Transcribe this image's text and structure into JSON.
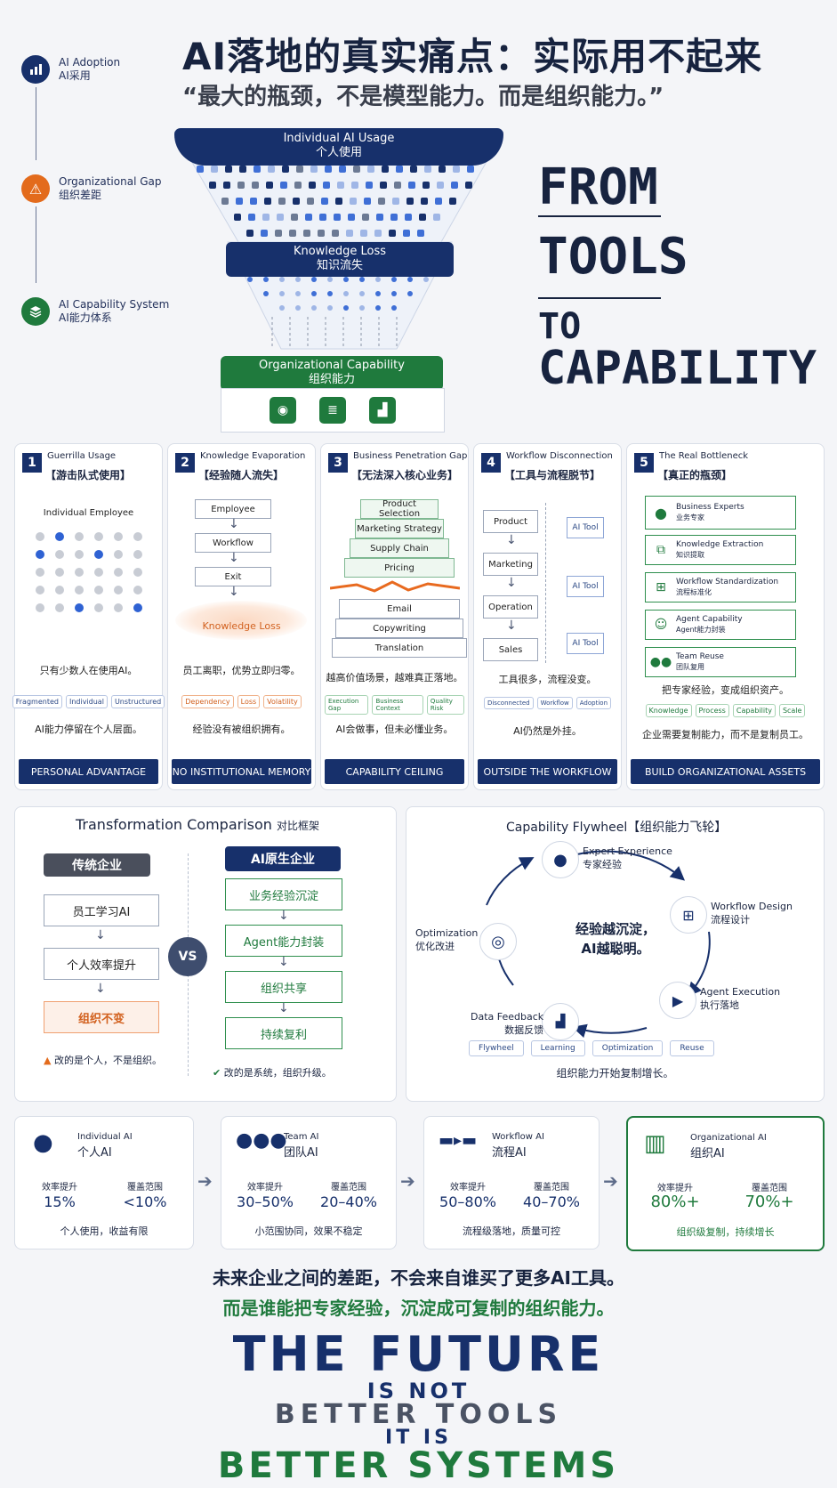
{
  "header": {
    "title": "AI落地的真实痛点：实际用不起来",
    "quote": "“最大的瓶颈，不是模型能力。而是组织能力。”"
  },
  "side_steps": [
    {
      "en": "AI Adoption",
      "zh": "AI采用",
      "icon": "bar-chart-icon",
      "color": "#17306b"
    },
    {
      "en": "Organizational Gap",
      "zh": "组织差距",
      "icon": "warning-icon",
      "color": "#e36b1c"
    },
    {
      "en": "AI Capability System",
      "zh": "AI能力体系",
      "icon": "layers-icon",
      "color": "#1f7a3d"
    }
  ],
  "funnel": {
    "top_en": "Individual AI Usage",
    "top_zh": "个人使用",
    "mid_en": "Knowledge Loss",
    "mid_zh": "知识流失",
    "bottom_en": "Organizational Capability",
    "bottom_zh": "组织能力"
  },
  "slogan": {
    "w1": "FROM",
    "w2": "TOOLS",
    "w3": "TO",
    "w4": "CAPABILITY"
  },
  "columns": [
    {
      "num": "1",
      "en": "Guerrilla Usage",
      "zh": "【游击队式使用】",
      "sub": "Individual Employee",
      "text1": "只有少数人在使用AI。",
      "tags": [
        "Fragmented",
        "Individual",
        "Unstructured"
      ],
      "text2": "AI能力停留在个人层面。",
      "footer": "PERSONAL ADVANTAGE"
    },
    {
      "num": "2",
      "en": "Knowledge Evaporation",
      "zh": "【经验随人流失】",
      "flow": [
        "Employee",
        "Workflow",
        "Exit"
      ],
      "loss": "Knowledge Loss",
      "text1": "员工离职，优势立即归零。",
      "tags": [
        "Dependency",
        "Loss",
        "Volatility"
      ],
      "text2": "经验没有被组织拥有。",
      "footer": "NO INSTITUTIONAL MEMORY"
    },
    {
      "num": "3",
      "en": "Business Penetration Gap",
      "zh": "【无法深入核心业务】",
      "upper": [
        "Product Selection",
        "Marketing Strategy",
        "Supply Chain",
        "Pricing"
      ],
      "lower": [
        "Email",
        "Copywriting",
        "Translation"
      ],
      "text1": "越高价值场景，越难真正落地。",
      "tags": [
        "Execution Gap",
        "Business Context",
        "Quality Risk"
      ],
      "text2": "AI会做事，但未必懂业务。",
      "footer": "CAPABILITY CEILING"
    },
    {
      "num": "4",
      "en": "Workflow Disconnection",
      "zh": "【工具与流程脱节】",
      "flow": [
        "Product",
        "Marketing",
        "Operation",
        "Sales"
      ],
      "tool": "AI Tool",
      "text1": "工具很多，流程没变。",
      "tags": [
        "Disconnected",
        "Workflow",
        "Adoption"
      ],
      "text2": "AI仍然是外挂。",
      "footer": "OUTSIDE THE WORKFLOW"
    },
    {
      "num": "5",
      "en": "The Real Bottleneck",
      "zh": "【真正的瓶颈】",
      "steps": [
        {
          "en": "Business Experts",
          "zh": "业务专家"
        },
        {
          "en": "Knowledge Extraction",
          "zh": "知识提取"
        },
        {
          "en": "Workflow Standardization",
          "zh": "流程标准化"
        },
        {
          "en": "Agent Capability",
          "zh": "Agent能力封装"
        },
        {
          "en": "Team Reuse",
          "zh": "团队复用"
        }
      ],
      "text1": "把专家经验，变成组织资产。",
      "tags": [
        "Knowledge",
        "Process",
        "Capability",
        "Scale"
      ],
      "text2": "企业需要复制能力，而不是复制员工。",
      "footer": "BUILD ORGANIZATIONAL ASSETS"
    }
  ],
  "comparison": {
    "title": "Transformation Comparison",
    "title_zh": "对比框架",
    "left_head": "传统企业",
    "left": [
      "员工学习AI",
      "个人效率提升",
      "组织不变"
    ],
    "left_note": "改的是个人，不是组织。",
    "vs": "VS",
    "right_head": "AI原生企业",
    "right": [
      "业务经验沉淀",
      "Agent能力封装",
      "组织共享",
      "持续复利"
    ],
    "right_note": "改的是系统，组织升级。"
  },
  "flywheel": {
    "title": "Capability Flywheel【组织能力飞轮】",
    "center1": "经验越沉淀，",
    "center2": "AI越聪明。",
    "nodes": [
      {
        "en": "Expert Experience",
        "zh": "专家经验"
      },
      {
        "en": "Workflow Design",
        "zh": "流程设计"
      },
      {
        "en": "Agent Execution",
        "zh": "执行落地"
      },
      {
        "en": "Data Feedback",
        "zh": "数据反馈"
      },
      {
        "en": "Optimization",
        "zh": "优化改进"
      }
    ],
    "tags": [
      "Flywheel",
      "Learning",
      "Optimization",
      "Reuse"
    ],
    "caption": "组织能力开始复制增长。"
  },
  "metrics": {
    "label_eff": "效率提升",
    "label_cov": "覆盖范围",
    "items": [
      {
        "en": "Individual AI",
        "zh": "个人AI",
        "eff": "15%",
        "cov": "<10%",
        "note": "个人使用，收益有限"
      },
      {
        "en": "Team AI",
        "zh": "团队AI",
        "eff": "30–50%",
        "cov": "20–40%",
        "note": "小范围协同，效果不稳定"
      },
      {
        "en": "Workflow AI",
        "zh": "流程AI",
        "eff": "50–80%",
        "cov": "40–70%",
        "note": "流程级落地，质量可控"
      },
      {
        "en": "Organizational AI",
        "zh": "组织AI",
        "eff": "80%+",
        "cov": "70%+",
        "note": "组织级复制，持续增长"
      }
    ]
  },
  "closing": {
    "line1": "未来企业之间的差距，不会来自谁买了更多AI工具。",
    "line2": "而是谁能把专家经验，沉淀成可复制的组织能力。",
    "f1": "THE FUTURE",
    "f2": "IS NOT",
    "f3": "BETTER TOOLS",
    "f4": "IT IS",
    "f5": "BETTER SYSTEMS"
  }
}
